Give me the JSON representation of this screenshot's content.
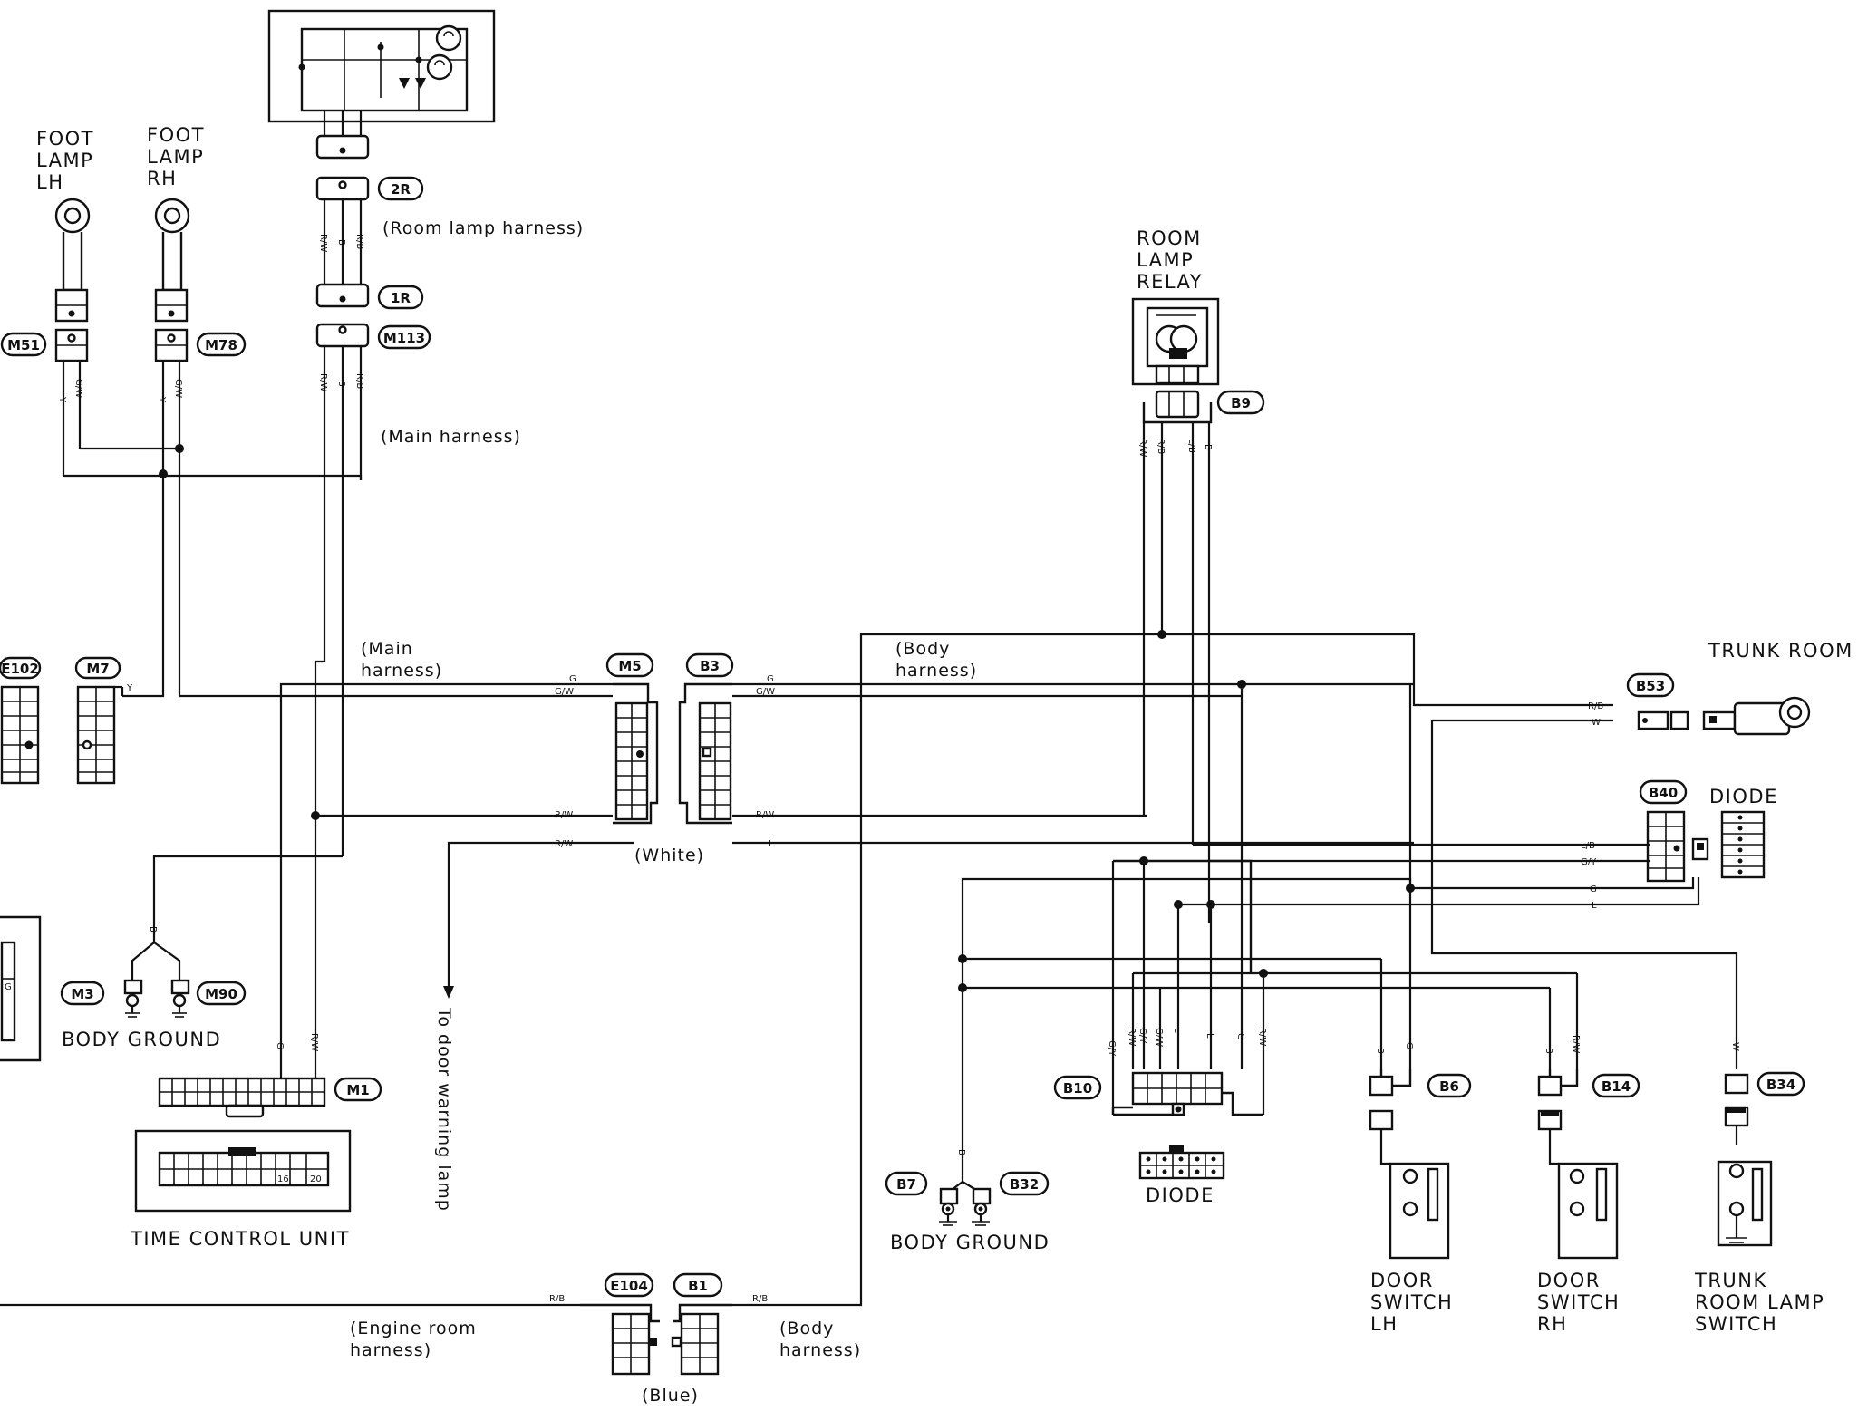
{
  "components": {
    "foot_lamp_lh": [
      "FOOT",
      "LAMP",
      "LH"
    ],
    "foot_lamp_rh": [
      "FOOT",
      "LAMP",
      "RH"
    ],
    "room_lamp_relay": [
      "ROOM",
      "LAMP",
      "RELAY"
    ],
    "trunk_room_lamp": "TRUNK ROOM LAMP",
    "diode_right": "DIODE",
    "diode_bottom": "DIODE",
    "body_ground_left": "BODY GROUND",
    "body_ground_right": "BODY GROUND",
    "time_control_unit": "TIME CONTROL UNIT",
    "door_switch_lh": [
      "DOOR",
      "SWITCH",
      "LH"
    ],
    "door_switch_rh": [
      "DOOR",
      "SWITCH",
      "RH"
    ],
    "trunk_room_lamp_switch": [
      "TRUNK",
      "ROOM LAMP",
      "SWITCH"
    ],
    "tcu_pins": [
      "16",
      "20"
    ]
  },
  "harness_labels": {
    "room_lamp_harness": "(Room lamp harness)",
    "main_harness_top": "(Main harness)",
    "main_harness_mid": [
      "(Main",
      "harness)"
    ],
    "body_harness_top": [
      "(Body",
      "harness)"
    ],
    "engine_room_harness": [
      "(Engine room",
      "harness)"
    ],
    "body_harness_bottom": [
      "(Body",
      "harness)"
    ],
    "white": "(White)",
    "blue": "(Blue)",
    "door_warning": "To door warning lamp"
  },
  "connectors": {
    "c2r": "2R",
    "c1r": "1R",
    "m113": "M113",
    "m51": "M51",
    "m78": "M78",
    "e102": "E102",
    "m7": "M7",
    "m5": "M5",
    "b3": "B3",
    "m3": "M3",
    "m90": "M90",
    "m1": "M1",
    "e104": "E104",
    "b1": "B1",
    "b9": "B9",
    "b53": "B53",
    "b40": "B40",
    "b10": "B10",
    "b7": "B7",
    "b32": "B32",
    "b6": "B6",
    "b14": "B14",
    "b34": "B34"
  },
  "wire_colors": {
    "y": "Y",
    "gw": "G/W",
    "g": "G",
    "rw": "R/W",
    "b": "B",
    "rb": "R/B",
    "w": "W",
    "l": "L",
    "lb": "L/B",
    "gy": "G/Y"
  }
}
